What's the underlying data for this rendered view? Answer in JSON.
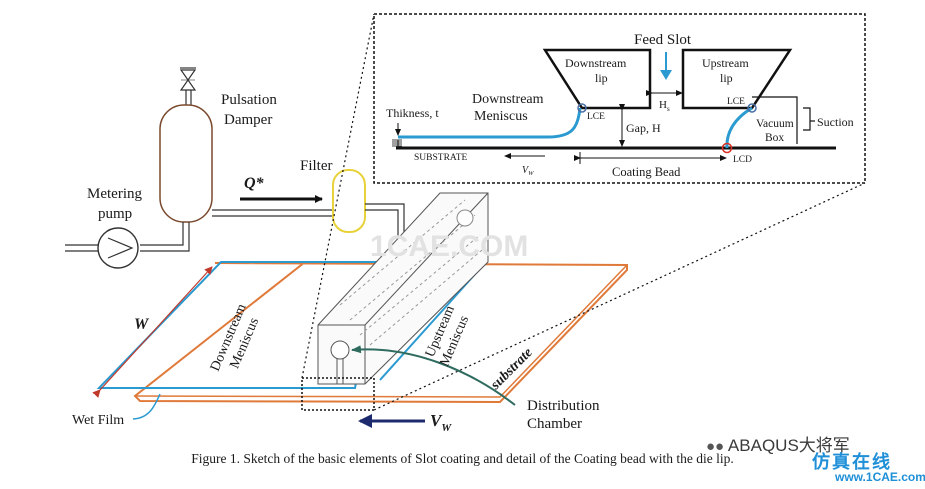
{
  "labels": {
    "pulsation_damper_1": "Pulsation",
    "pulsation_damper_2": "Damper",
    "metering_pump_1": "Metering",
    "metering_pump_2": "pump",
    "flow_rate": "Q*",
    "filter": "Filter",
    "width": "W",
    "downstream_meniscus_1": "Downstream",
    "downstream_meniscus_2": "Meniscus",
    "upstream_meniscus_1": "Upstream",
    "upstream_meniscus_2": "Meniscus",
    "substrate": "substrate",
    "wet_film": "Wet Film",
    "velocity": "V",
    "velocity_sub": "W",
    "distribution_chamber_1": "Distribution",
    "distribution_chamber_2": "Chamber"
  },
  "detail": {
    "feed_slot": "Feed Slot",
    "downstream_lip_1": "Downstream",
    "downstream_lip_2": "lip",
    "upstream_lip_1": "Upstream",
    "upstream_lip_2": "lip",
    "downstream_meniscus_1": "Downstream",
    "downstream_meniscus_2": "Meniscus",
    "thickness": "Thikness, t",
    "lce_left": "LCE",
    "lce_right": "LCE",
    "hs": "H",
    "hs_sub": "s",
    "gap": "Gap, H",
    "vacuum_box_1": "Vacuum",
    "vacuum_box_2": "Box",
    "suction": "Suction",
    "substrate": "SUBSTRATE",
    "vw": "V",
    "vw_sub": "W",
    "coating_bead": "Coating Bead",
    "lcd": "LCD"
  },
  "watermark": "1CAE.COM",
  "caption": "Figure 1. Sketch of the basic elements of Slot coating and detail of the Coating bead with the die lip.",
  "wechat_tag": "ABAQUS大将军",
  "site_cn": "仿真在线",
  "site_url": "www.1CAE.com",
  "colors": {
    "meniscus_blue": "#2a9ad0",
    "substrate_orange": "#e07a3a",
    "filter_yellow": "#e8d23a",
    "damper_brown": "#7a4a2e",
    "velocity_navy": "#1e2a6e",
    "width_red": "#c0392b",
    "pointer_green": "#2f6b5f",
    "lcd_red": "#d93025",
    "watermark_blue": "#1f8fd8"
  }
}
